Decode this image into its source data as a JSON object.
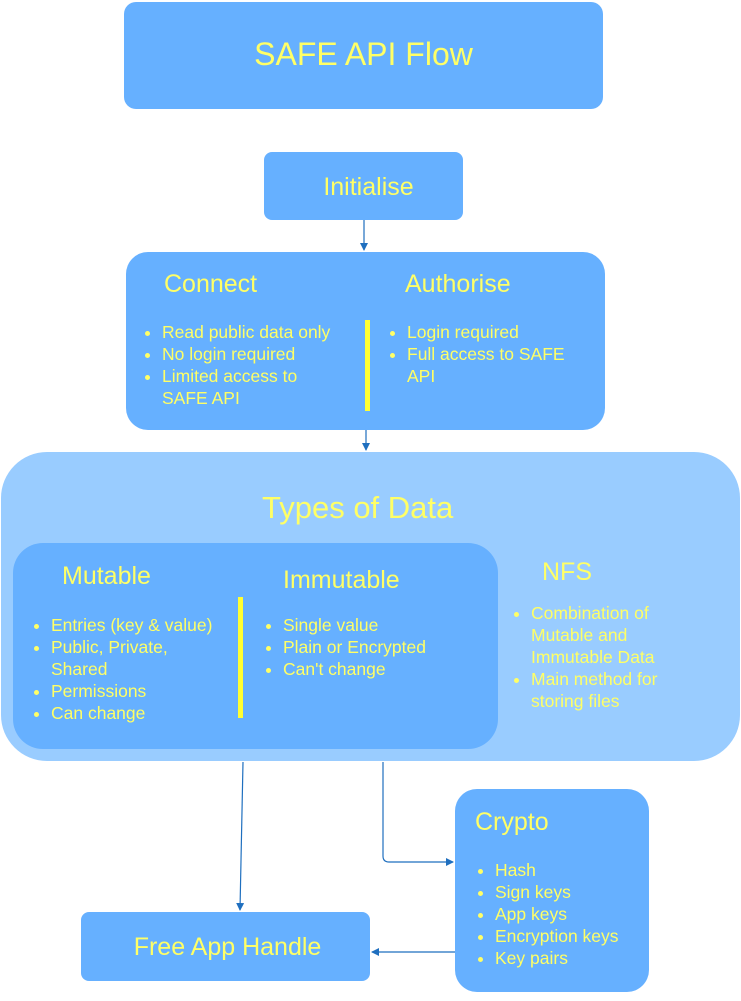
{
  "title": "SAFE API Flow",
  "initialise": "Initialise",
  "connect": {
    "title": "Connect",
    "items": [
      "Read public data only",
      "No login required",
      "Limited access to SAFE API"
    ]
  },
  "authorise": {
    "title": "Authorise",
    "items": [
      "Login required",
      "Full access to SAFE API"
    ]
  },
  "types_of_data": {
    "title": "Types of Data",
    "mutable": {
      "title": "Mutable",
      "items": [
        "Entries (key & value)",
        "Public, Private, Shared",
        "Permissions",
        "Can change"
      ]
    },
    "immutable": {
      "title": "Immutable",
      "items": [
        "Single value",
        "Plain or Encrypted",
        "Can't change"
      ]
    },
    "nfs": {
      "title": "NFS",
      "items": [
        "Combination of Mutable and Immutable Data",
        "Main method for storing files"
      ]
    }
  },
  "crypto": {
    "title": "Crypto",
    "items": [
      "Hash",
      "Sign keys",
      "App keys",
      "Encryption keys",
      "Key pairs"
    ]
  },
  "free_app_handle": "Free App Handle",
  "colors": {
    "box": "#66b0ff",
    "container": "#99ccff",
    "text": "#ffff66",
    "divider": "#ffff33",
    "arrow": "#1f6fbf"
  }
}
